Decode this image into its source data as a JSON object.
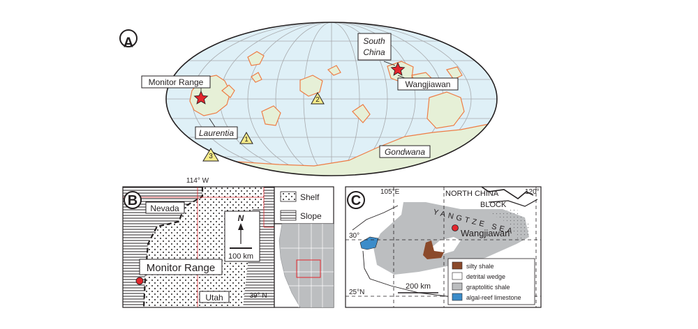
{
  "panels": {
    "a": {
      "letter": "A",
      "labels": {
        "monitor_range": "Monitor Range",
        "laurentia": "Laurentia",
        "south_china_line1": "South",
        "south_china_line2": "China",
        "wangjiawan": "Wangjiawan",
        "gondwana": "Gondwana"
      },
      "sites": [
        "1",
        "2",
        "3"
      ],
      "colors": {
        "ocean": "#dff0f7",
        "land": "#e6f0d7",
        "coast": "#ee7c45",
        "star": "#e3262d",
        "site": "#f6ec8a"
      }
    },
    "b": {
      "letter": "B",
      "longitude": "114° W",
      "latitude": "39° N",
      "state_nevada": "Nevada",
      "state_utah": "Utah",
      "site": "Monitor Range",
      "north": "N",
      "scale": "100 km",
      "legend": {
        "shelf": "Shelf",
        "slope": "Slope"
      }
    },
    "c": {
      "letter": "C",
      "lon_west": "105°E",
      "lon_east": "120°",
      "lat_north": "30°",
      "lat_south": "25°N",
      "block_line1": "NORTH CHINA",
      "block_line2": "BLOCK",
      "sea": "YANGTZE SEA",
      "site": "Wangjiawan",
      "scale": "200 km",
      "legend": [
        "silty shale",
        "detrital wedge",
        "graptolitic shale",
        "algal-reef limestone"
      ],
      "colors": {
        "silty_shale": "#8b4a2b",
        "detrital_wedge": "#ffffff",
        "graptolitic_shale": "#bcbec0",
        "algal_reef": "#3c8cc9"
      }
    }
  }
}
